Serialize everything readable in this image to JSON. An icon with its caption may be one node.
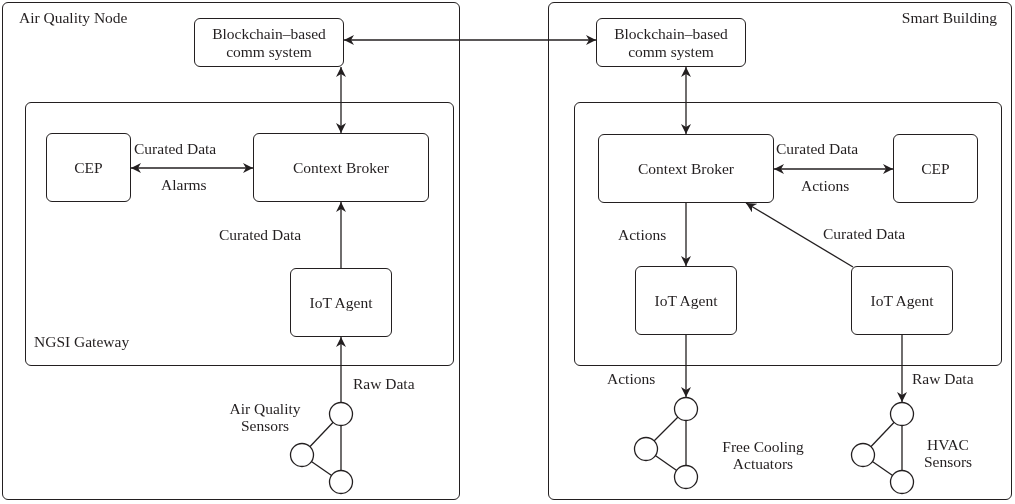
{
  "diagram": {
    "nodes": [
      {
        "text": [
          "Air Quality Node"
        ]
      },
      {
        "text": [
          "Blockchain–based comm system"
        ],
        "in": 0
      },
      {
        "text": [
          "NGSI Gateway"
        ],
        "in": 0
      },
      {
        "text": [
          "CEP"
        ],
        "in": 2
      },
      {
        "text": [
          "Context Broker"
        ],
        "in": 2
      },
      {
        "text": [
          "IoT Agent"
        ],
        "in": 2
      },
      {
        "text": [
          "Air Quality Sensors"
        ],
        "in": 0
      },
      {
        "text": [
          "Smart Building"
        ]
      },
      {
        "text": [
          "Blockchain–based comm system"
        ],
        "in": 7
      },
      {
        "text": [],
        "shape": "box",
        "in": 7
      },
      {
        "text": [
          "Context Broker"
        ],
        "in": 9
      },
      {
        "text": [
          "CEP"
        ],
        "in": 9
      },
      {
        "text": [
          "IoT Agent"
        ],
        "in": 9
      },
      {
        "text": [
          "IoT Agent"
        ],
        "in": 9
      },
      {
        "text": [
          "Free Cooling Actuators"
        ],
        "in": 7
      },
      {
        "text": [
          "HVAC Sensors"
        ],
        "in": 7
      }
    ],
    "edges": [
      {
        "from": 1,
        "to": 8,
        "arrow": "both"
      },
      {
        "from": 1,
        "to": 4,
        "arrow": "both"
      },
      {
        "from": 3,
        "to": 4,
        "arrow": "both",
        "label": "Curated Data"
      },
      {
        "from": 5,
        "to": 4,
        "arrow": "to",
        "label": "Curated Data"
      },
      {
        "from": 6,
        "to": 5,
        "arrow": "to",
        "label": "Raw Data"
      },
      {
        "from": 8,
        "to": 10,
        "arrow": "both"
      },
      {
        "from": 10,
        "to": 11,
        "arrow": "both",
        "label": "Curated Data"
      },
      {
        "from": 10,
        "to": 12,
        "arrow": "to",
        "label": "Actions"
      },
      {
        "from": 13,
        "to": 10,
        "arrow": "to",
        "label": "Curated Data"
      },
      {
        "from": 12,
        "to": 14,
        "arrow": "to",
        "label": "Actions"
      },
      {
        "from": 13,
        "to": 15,
        "arrow": "to",
        "label": "Raw Data"
      }
    ],
    "labels": [
      "Alarms",
      "Actions"
    ]
  }
}
